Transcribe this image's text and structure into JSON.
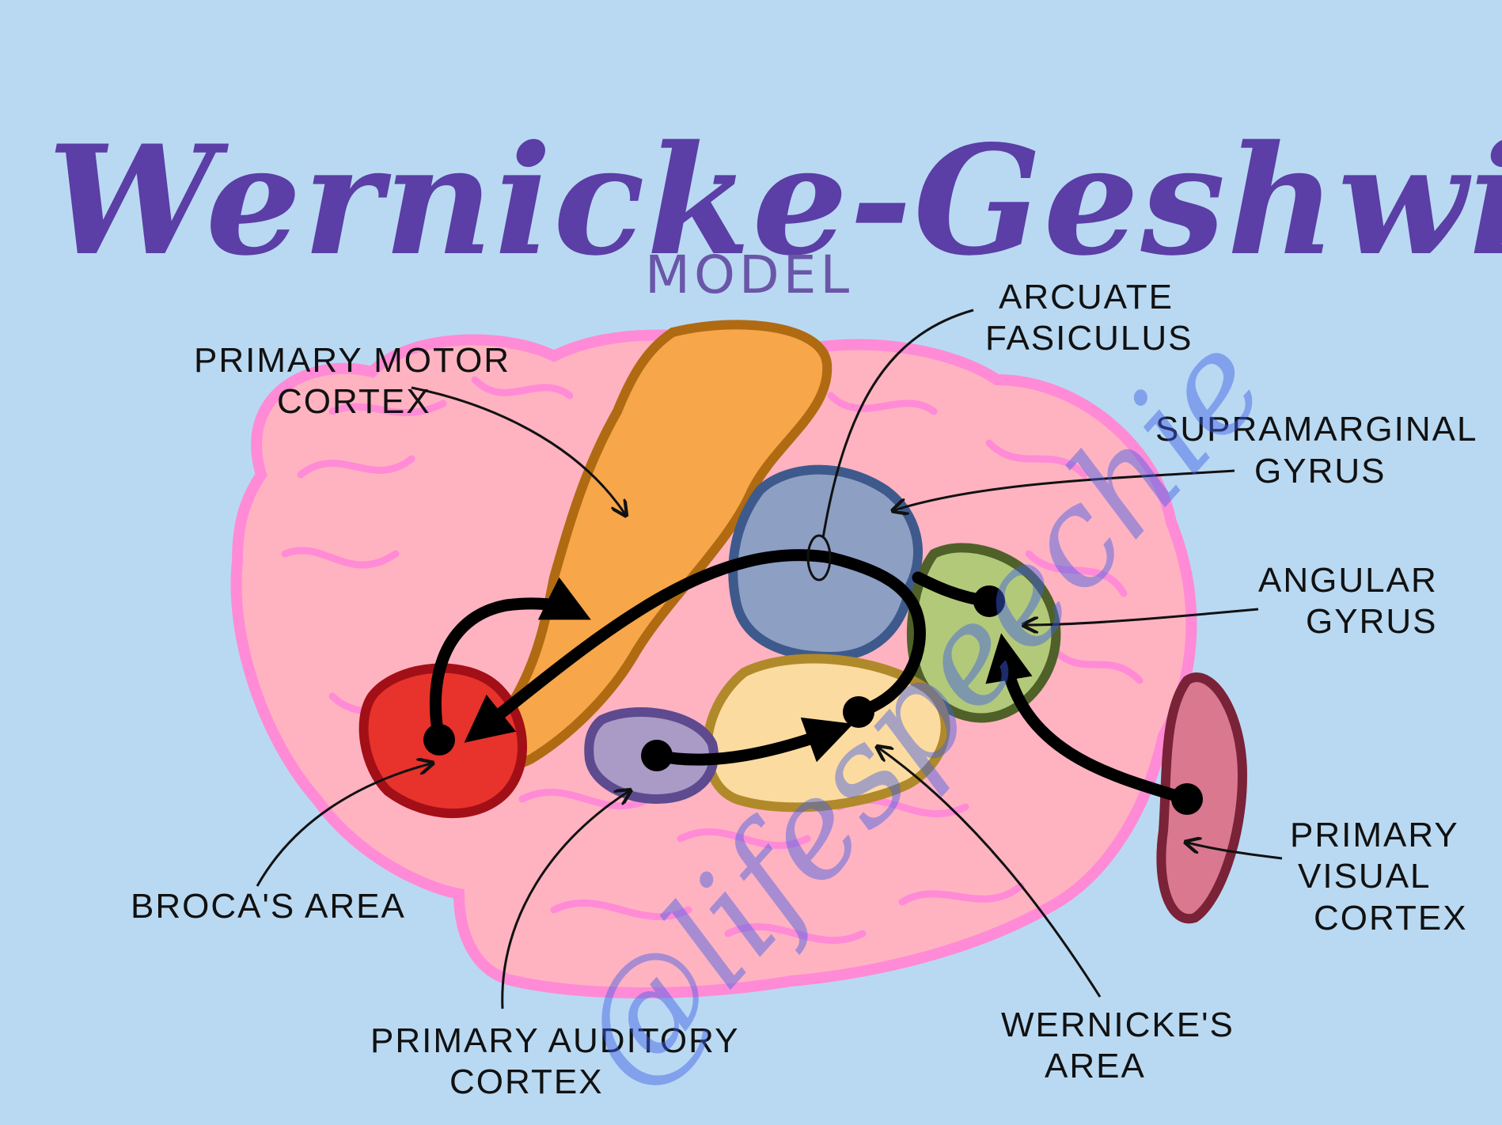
{
  "title": {
    "main": "Wernicke-Geshwin",
    "sub": "MODEL"
  },
  "watermark": "@lifespeechie",
  "labels": {
    "primary_motor_cortex": [
      "PRIMARY MOTOR",
      "CORTEX"
    ],
    "arcuate_fasiculus": [
      "ARCUATE",
      "FASICULUS"
    ],
    "supramarginal_gyrus": [
      "SUPRAMARGINAL",
      "GYRUS"
    ],
    "angular_gyrus": [
      "ANGULAR",
      "GYRUS"
    ],
    "primary_visual_cortex": [
      "PRIMARY",
      "VISUAL",
      "CORTEX"
    ],
    "wernickes_area": [
      "WERNICKE'S",
      "AREA"
    ],
    "primary_auditory_cortex": [
      "PRIMARY AUDITORY",
      "CORTEX"
    ],
    "brocas_area": [
      "BROCA'S AREA"
    ]
  },
  "colors": {
    "background": "#b9d9f2",
    "brain": "#ffb3c1",
    "brain_gyri": "#ff8bd6",
    "primary_motor_cortex": "#f7a64a",
    "supramarginal_gyrus": "#8e9fc4",
    "angular_gyrus": "#b3c97a",
    "wernickes_area": "#fcdba0",
    "primary_auditory_cortex": "#a99bc6",
    "brocas_area": "#e8322c",
    "primary_visual_cortex": "#d9788f",
    "title": "#5b3ea6"
  }
}
